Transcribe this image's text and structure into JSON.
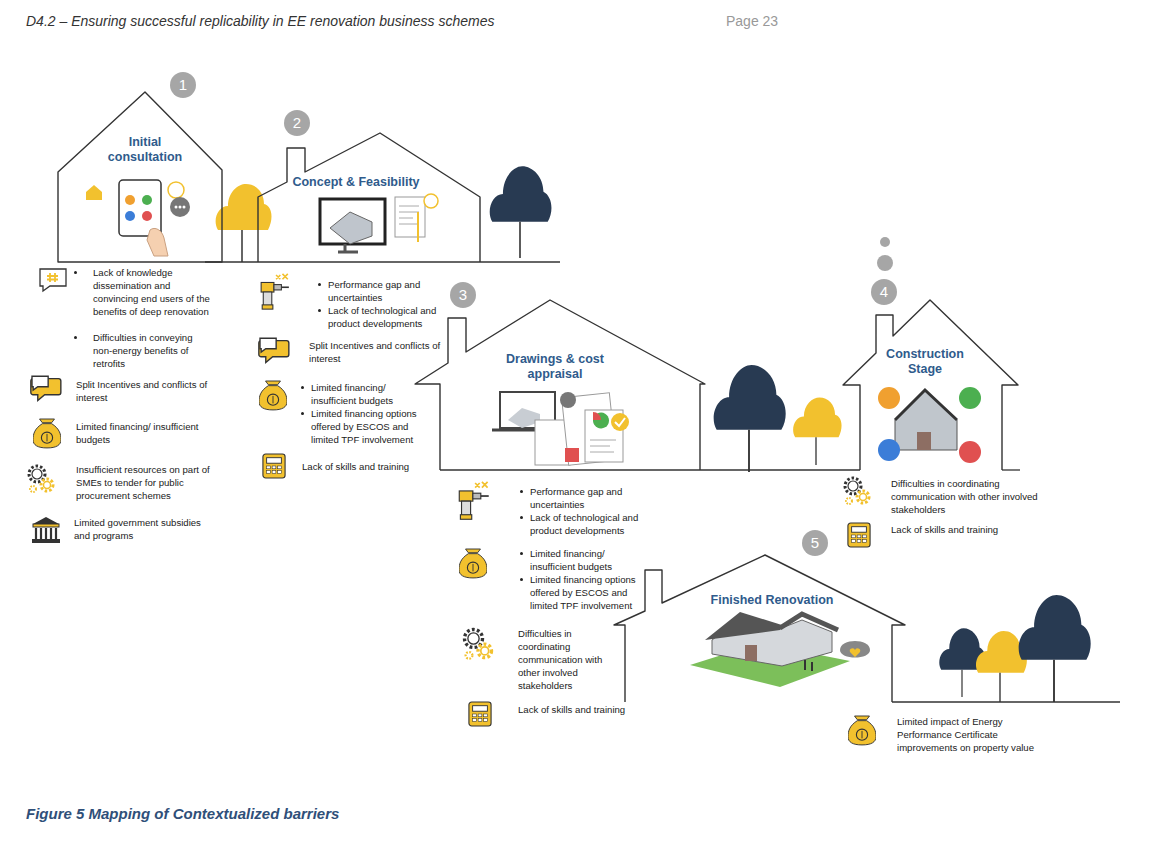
{
  "diagram": {
    "caption": "Figure 5 Mapping of Contextualized barriers",
    "nodes": [
      {
        "text": [
          "Initial consultation"
        ]
      },
      {
        "text": [
          "Concept & Feasibility"
        ]
      },
      {
        "text": [
          "Drawings & cost appraisal"
        ]
      },
      {
        "text": [
          "Construction Stage"
        ]
      },
      {
        "text": [
          "Finished Renovation"
        ]
      }
    ],
    "labels": [
      "D4.2 – Ensuring successful replicability in EE renovation business schemes",
      "Page 23",
      "1",
      "2",
      "3",
      "4",
      "5",
      "Lack of knowledge dissemination and convincing end users of the benefits of deep renovation",
      "Difficulties in conveying non-energy benefits of retrofits",
      "Split Incentives and conflicts of interest",
      "Limited financing/ insufficient budgets",
      "Insufficient resources on part of SMEs to tender for public procurement schemes",
      "Limited government subsidies and programs",
      "Performance gap and uncertainties",
      "Lack of technological and product developments",
      "Split Incentives and conflicts of interest",
      "Limited financing/ insufficient budgets",
      "Limited financing options offered by ESCOS and limited TPF involvement",
      "Lack of skills and training",
      "Performance gap and uncertainties",
      "Lack of technological and product developments",
      "Limited financing/ insufficient budgets",
      "Limited financing options offered by ESCOS and limited TPF involvement",
      "Difficulties in coordinating communication with other involved stakeholders",
      "Lack of skills and training",
      "Difficulties in coordinating communication with other involved stakeholders",
      "Lack of skills and training",
      "Limited impact of Energy Performance Certificate improvements on property value"
    ]
  }
}
